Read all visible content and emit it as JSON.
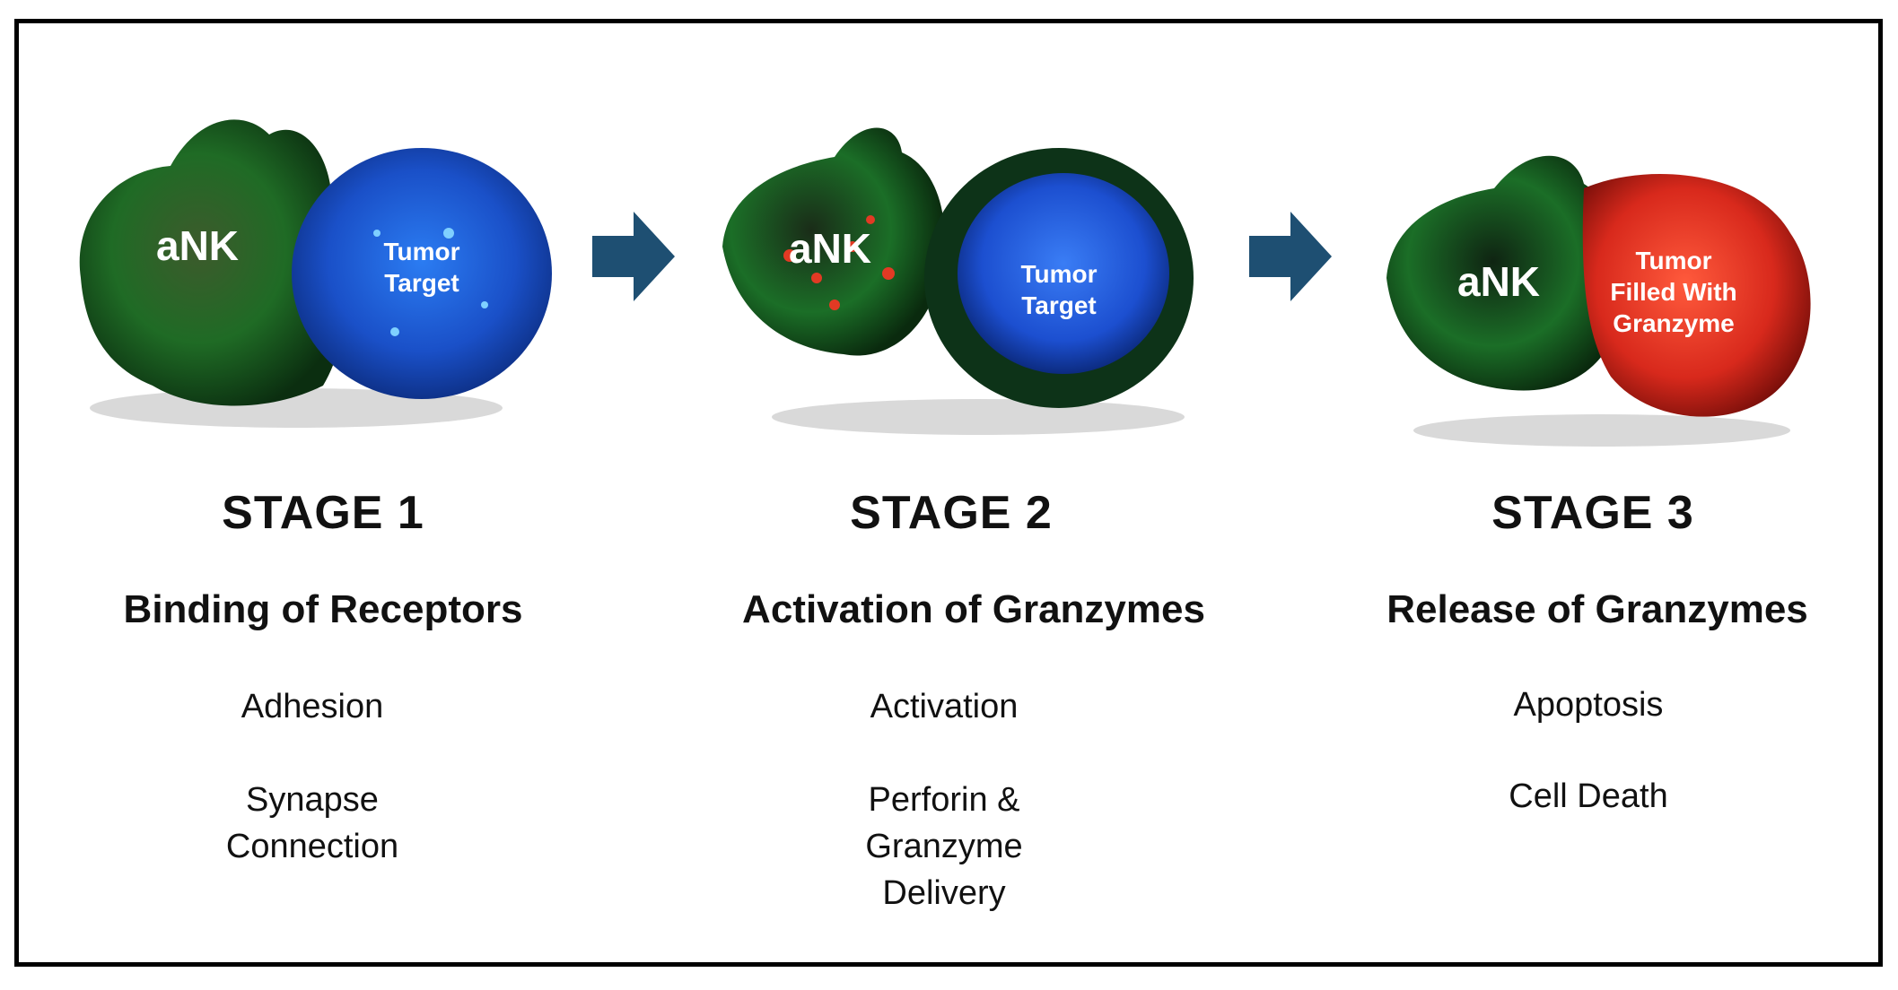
{
  "stages": [
    {
      "cell_label": "aNK",
      "target_label_lines": [
        "Tumor",
        "Target"
      ],
      "target_color": "#1e5fd6",
      "title": "STAGE 1",
      "subtitle": "Binding of Receptors",
      "items": [
        "Adhesion",
        "Synapse\nConnection"
      ]
    },
    {
      "cell_label": "aNK",
      "target_label_lines": [
        "Tumor",
        "Target"
      ],
      "target_color": "#2057d8",
      "title": "STAGE 2",
      "subtitle": "Activation of Granzymes",
      "items": [
        "Activation",
        "Perforin &\nGranzyme\nDelivery"
      ]
    },
    {
      "cell_label": "aNK",
      "target_label_lines": [
        "Tumor",
        "Filled With",
        "Granzyme"
      ],
      "target_color": "#d8291c",
      "title": "STAGE 3",
      "subtitle": "Release of Granzymes",
      "items": [
        "Apoptosis",
        "Cell Death"
      ]
    }
  ],
  "colors": {
    "nk_cell": "#1f7a2a",
    "arrow": "#1e4f72",
    "frame": "#000000"
  }
}
